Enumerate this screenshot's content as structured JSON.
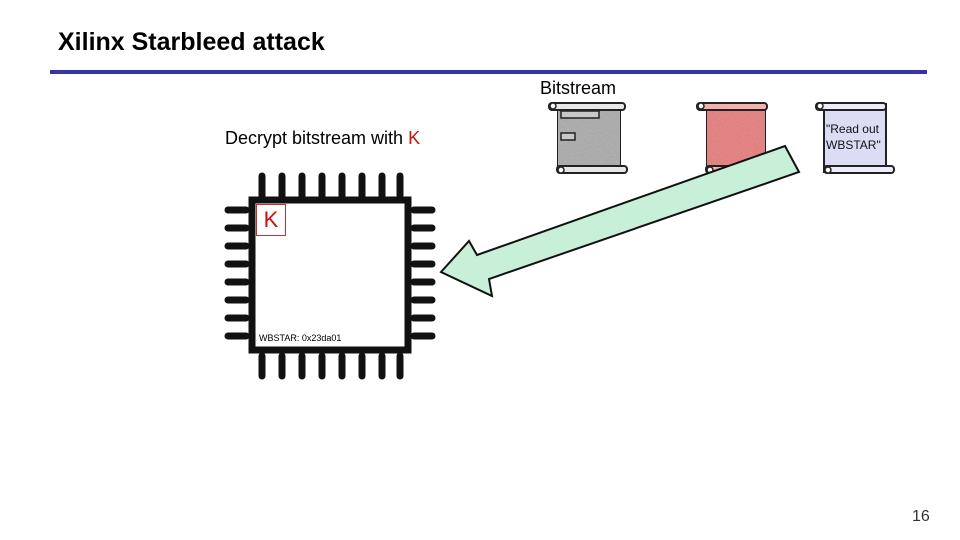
{
  "slide": {
    "title": "Xilinx Starbleed attack",
    "page_number": "16",
    "accent_color": "#3333aa"
  },
  "bitstream": {
    "label": "Bitstream",
    "scrolls": [
      {
        "name": "plain-scroll",
        "fill": "#b8b8b8"
      },
      {
        "name": "encrypted-scroll",
        "fill": "#f08c8c"
      },
      {
        "name": "command-scroll",
        "fill": "#dcdcf5",
        "text": "\"Read out WBSTAR\""
      }
    ]
  },
  "fpga": {
    "instruction_prefix": "Decrypt bitstream with ",
    "instruction_key": "K",
    "key_label": "K",
    "register_text": "WBSTAR: 0x23da01",
    "key_color": "#cc1111"
  },
  "arrow": {
    "fill": "#c8efd8",
    "icon": "arrow-icon"
  }
}
